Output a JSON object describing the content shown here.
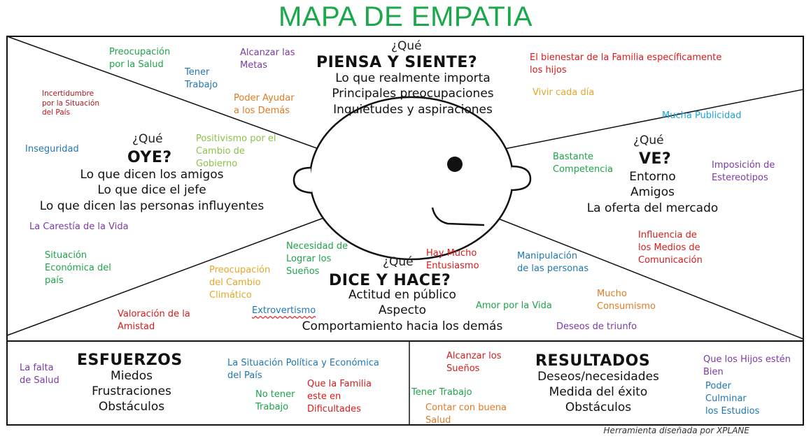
{
  "title": "MAPA DE EMPATIA",
  "credit": "Herramienta diseñada por XPLANE",
  "colors": {
    "title": "#1aa84a",
    "green": "#1fa34a",
    "blue": "#1f77b4",
    "purple": "#7b3aa6",
    "red": "#d81b1b",
    "darkred": "#b5161c",
    "orange": "#e07b22",
    "yellow": "#e2a82a",
    "lime": "#8cc24a",
    "sky": "#1aa3d9"
  },
  "quadrants": {
    "piensa": {
      "q": "¿Qué",
      "head": "PIENSA Y SIENTE?",
      "lines": "Lo que realmente importa\nPrincipales preocupaciones\nInquietudes y aspiraciones"
    },
    "oye": {
      "q": "¿Qué",
      "head": "OYE?",
      "lines": "Lo que dicen los amigos\nLo que dice el jefe\nLo que dicen las personas influyentes"
    },
    "ve": {
      "q": "¿Qué",
      "head": "VE?",
      "lines": "Entorno\nAmigos\nLa oferta del mercado"
    },
    "dice": {
      "q": "¿Qué",
      "head": "DICE Y HACE?",
      "lines": "Actitud en público\nAspecto\nComportamiento hacia los demás"
    }
  },
  "blocks": {
    "esfuerzos": {
      "head": "ESFUERZOS",
      "lines": "Miedos\nFrustraciones\nObstáculos"
    },
    "resultados": {
      "head": "RESULTADOS",
      "lines": "Deseos/necesidades\nMedida del éxito\nObstáculos"
    }
  },
  "notes": [
    {
      "id": "preocupacion-salud",
      "text": "Preocupación\npor la Salud",
      "color": "green"
    },
    {
      "id": "tener-trabajo-top",
      "text": "Tener\nTrabajo",
      "color": "blue"
    },
    {
      "id": "alcanzar-metas",
      "text": "Alcanzar las\nMetas",
      "color": "purple"
    },
    {
      "id": "poder-ayudar",
      "text": "Poder Ayudar\na los Demás",
      "color": "orange"
    },
    {
      "id": "incertidumbre",
      "text": "Incertidumbre\npor la Situación\ndel País",
      "color": "darkred"
    },
    {
      "id": "bienestar-familia",
      "text": "El bienestar de la Familia específicamente\nlos hijos",
      "color": "red"
    },
    {
      "id": "vivir-cada-dia",
      "text": "Vivir cada día",
      "color": "yellow"
    },
    {
      "id": "mucha-publicidad",
      "text": "Mucha Publicidad",
      "color": "sky"
    },
    {
      "id": "inseguridad",
      "text": "Inseguridad",
      "color": "blue"
    },
    {
      "id": "positivismo",
      "text": "Positivismo por el\nCambio de\nGobierno",
      "color": "lime"
    },
    {
      "id": "bastante-competencia",
      "text": "Bastante\nCompetencia",
      "color": "green"
    },
    {
      "id": "imposicion-estereotipos",
      "text": "Imposición de\nEstereotipos",
      "color": "purple"
    },
    {
      "id": "carestia",
      "text": "La Carestía de la Vida",
      "color": "purple"
    },
    {
      "id": "situacion-economica",
      "text": "Situación\nEconómica del\npaís",
      "color": "green"
    },
    {
      "id": "necesidad-suenos",
      "text": "Necesidad de\nLograr los\nSueños",
      "color": "green"
    },
    {
      "id": "hay-mucho-entusiasmo",
      "text": "Hay Mucho\nEntusiasmo",
      "color": "red"
    },
    {
      "id": "manipulacion",
      "text": "Manipulación\nde las personas",
      "color": "blue"
    },
    {
      "id": "influencia-medios",
      "text": "Influencia de\nlos Medios de\nComunicación",
      "color": "red"
    },
    {
      "id": "preocupacion-cambio-climatico",
      "text": "Preocupación\ndel Cambio\nClimático",
      "color": "yellow"
    },
    {
      "id": "mucho-consumismo",
      "text": "Mucho\nConsumismo",
      "color": "orange"
    },
    {
      "id": "amor-vida",
      "text": "Amor por la Vida",
      "color": "green"
    },
    {
      "id": "valoracion-amistad",
      "text": "Valoración de la\nAmistad",
      "color": "red"
    },
    {
      "id": "extrovertismo",
      "text": "Extrovertismo",
      "color": "blue"
    },
    {
      "id": "deseos-triunfo",
      "text": "Deseos de triunfo",
      "color": "purple"
    },
    {
      "id": "falta-salud",
      "text": "La falta\nde Salud",
      "color": "purple"
    },
    {
      "id": "situacion-politica",
      "text": "La Situación Política y Económica\ndel País",
      "color": "blue"
    },
    {
      "id": "no-tener-trabajo",
      "text": "No tener\nTrabajo",
      "color": "green"
    },
    {
      "id": "familia-dificultades",
      "text": "Que la Familia\neste en\nDificultades",
      "color": "red"
    },
    {
      "id": "alcanzar-suenos",
      "text": "Alcanzar los\nSueños",
      "color": "red"
    },
    {
      "id": "tener-trabajo-bottom",
      "text": "Tener Trabajo",
      "color": "green"
    },
    {
      "id": "buena-salud",
      "text": "Contar con buena\nSalud",
      "color": "orange"
    },
    {
      "id": "hijos-bien",
      "text": "Que los Hijos estén\nBien",
      "color": "purple"
    },
    {
      "id": "culminar-estudios",
      "text": "Poder\nCulminar\nlos Estudios",
      "color": "blue"
    }
  ]
}
